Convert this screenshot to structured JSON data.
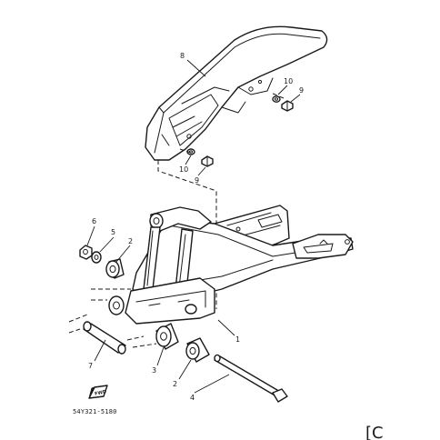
{
  "diagram": {
    "part_code": "54Y321-5180",
    "forward_mark": "FWD",
    "corner_mark": "[C",
    "callouts": [
      {
        "id": "chain-case",
        "label": "8"
      },
      {
        "id": "washer-upper",
        "label": "10"
      },
      {
        "id": "bolt-upper",
        "label": "9"
      },
      {
        "id": "washer-lower",
        "label": "10"
      },
      {
        "id": "bolt-lower",
        "label": "9"
      },
      {
        "id": "nut",
        "label": "6"
      },
      {
        "id": "washer-pivot",
        "label": "5"
      },
      {
        "id": "bushing-upper",
        "label": "2"
      },
      {
        "id": "rear-arm",
        "label": "1"
      },
      {
        "id": "collar",
        "label": "7"
      },
      {
        "id": "bushing-center",
        "label": "3"
      },
      {
        "id": "bushing-lower",
        "label": "2"
      },
      {
        "id": "pivot-shaft",
        "label": "4"
      }
    ]
  }
}
